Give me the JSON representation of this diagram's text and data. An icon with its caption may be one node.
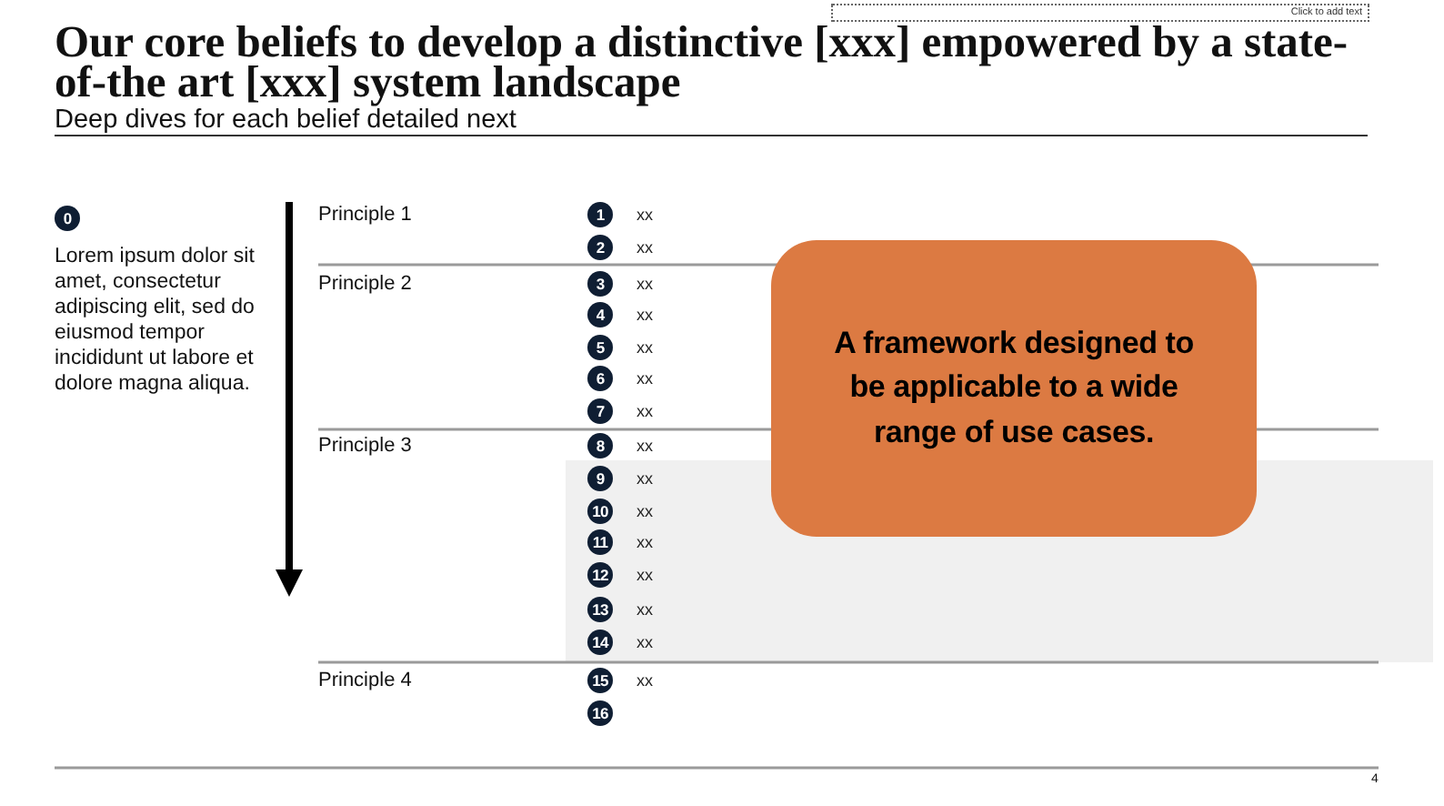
{
  "diagram": {
    "title": "Our core beliefs to develop a distinctive [xxx] empowered by a state-of-the art [xxx] system landscape",
    "nodes": [
      {
        "text": [
          "0"
        ],
        "beside": [
          "Lorem ipsum dolor sit amet, consectetur adipiscing elit, sed do eiusmod tempor incididunt ut labore et dolore magna aliqua."
        ]
      },
      {
        "text": [
          "1"
        ],
        "beside": [
          "xx"
        ]
      },
      {
        "text": [
          "2"
        ],
        "beside": [
          "xx"
        ]
      },
      {
        "text": [
          "3"
        ],
        "beside": [
          "xx"
        ]
      },
      {
        "text": [
          "4"
        ],
        "beside": [
          "xx"
        ]
      },
      {
        "text": [
          "5"
        ],
        "beside": [
          "xx"
        ]
      },
      {
        "text": [
          "6"
        ],
        "beside": [
          "xx"
        ]
      },
      {
        "text": [
          "7"
        ],
        "beside": [
          "xx"
        ]
      },
      {
        "text": [
          "8"
        ],
        "beside": [
          "xx"
        ]
      },
      {
        "text": [
          "9"
        ],
        "beside": [
          "xx"
        ]
      },
      {
        "text": [
          "10"
        ],
        "beside": [
          "xx"
        ]
      },
      {
        "text": [
          "11"
        ],
        "beside": [
          "xx"
        ]
      },
      {
        "text": [
          "12"
        ],
        "beside": [
          "xx"
        ]
      },
      {
        "text": [
          "13"
        ],
        "beside": [
          "xx"
        ]
      },
      {
        "text": [
          "14"
        ],
        "beside": [
          "xx"
        ]
      },
      {
        "text": [
          "15"
        ],
        "beside": [
          "xx"
        ]
      },
      {
        "text": [
          "16"
        ]
      },
      {
        "text": [
          "A framework designed to be applicable to a wide range of use cases."
        ]
      }
    ],
    "labels": [
      "Click to add text",
      "Deep dives for each belief detailed next",
      "Principle 1",
      "Principle 2",
      "Principle 3",
      "Principle 4",
      "4"
    ]
  }
}
